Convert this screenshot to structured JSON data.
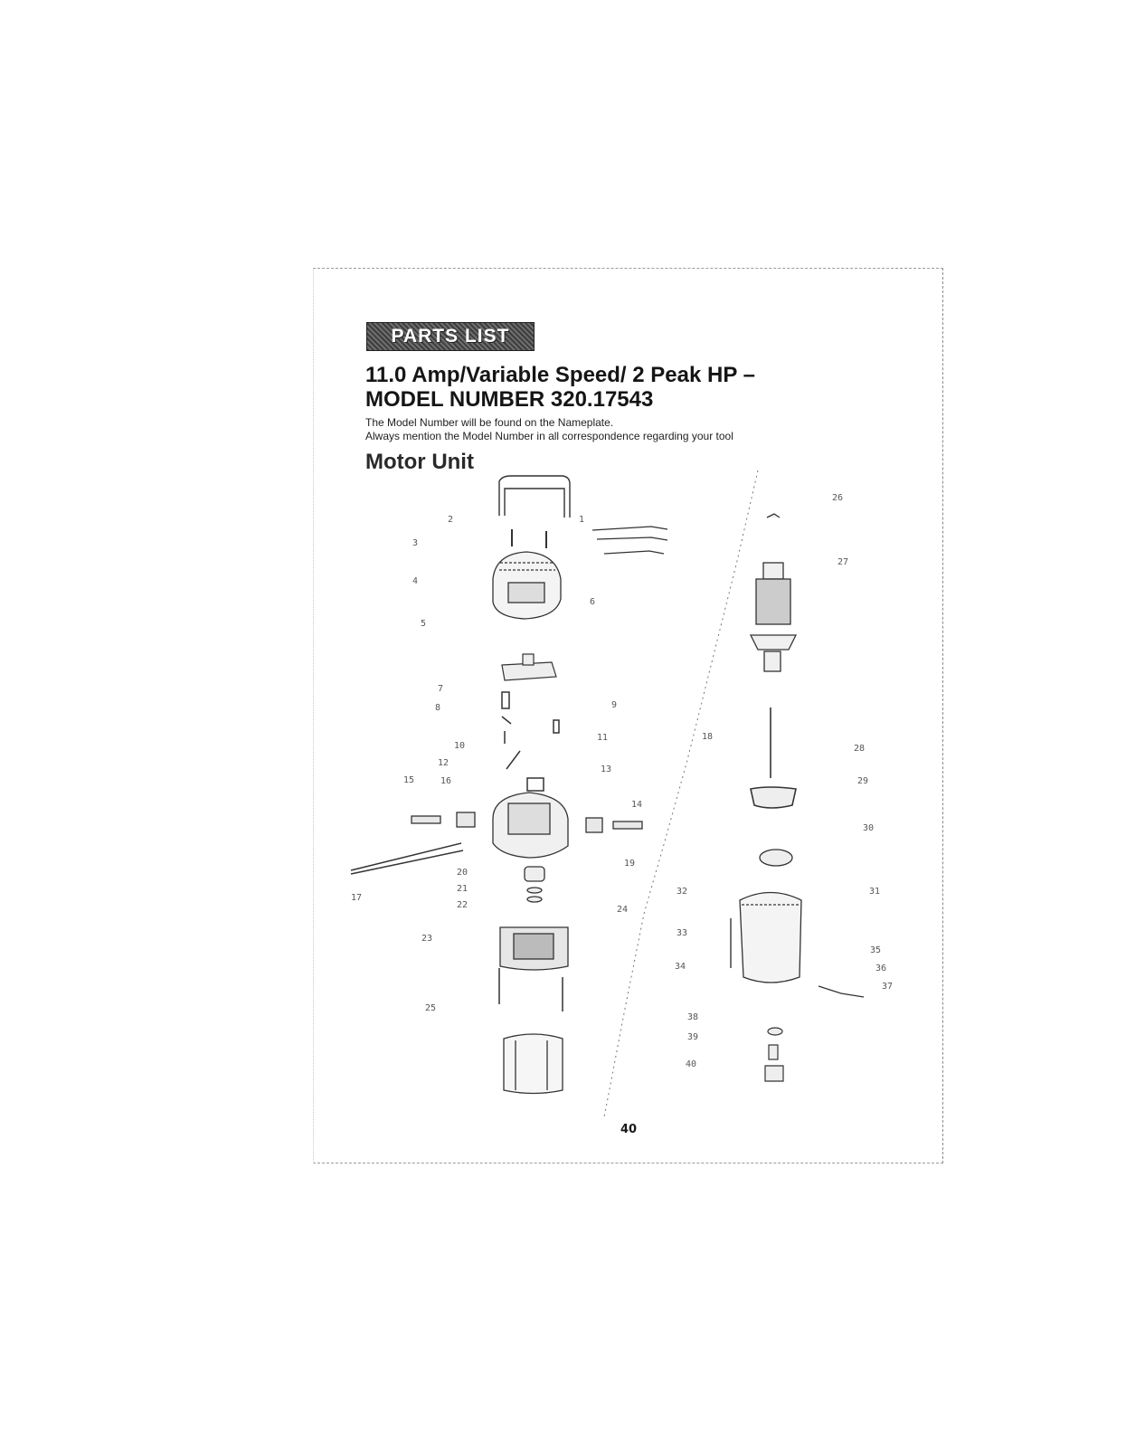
{
  "page": {
    "badge_label": "PARTS LIST",
    "title_line1": "11.0 Amp/Variable Speed/ 2 Peak HP –",
    "title_line2": "MODEL NUMBER 320.17543",
    "note_line1": "The Model Number will be found on the Nameplate.",
    "note_line2": "Always mention the Model Number in all correspondence regarding your tool",
    "section_heading": "Motor Unit",
    "page_number": "40"
  },
  "diagram": {
    "callout_numbers": [
      "1",
      "2",
      "3",
      "4",
      "5",
      "6",
      "7",
      "8",
      "9",
      "10",
      "11",
      "12",
      "13",
      "14",
      "15",
      "16",
      "17",
      "18",
      "19",
      "20",
      "21",
      "22",
      "23",
      "24",
      "25",
      "26",
      "27",
      "28",
      "29",
      "30",
      "31",
      "32",
      "33",
      "34",
      "35",
      "36",
      "37",
      "38",
      "39",
      "40"
    ]
  },
  "colors": {
    "ink": "#151515",
    "badge_bg": "#4a4a4a",
    "line": "#555555"
  }
}
